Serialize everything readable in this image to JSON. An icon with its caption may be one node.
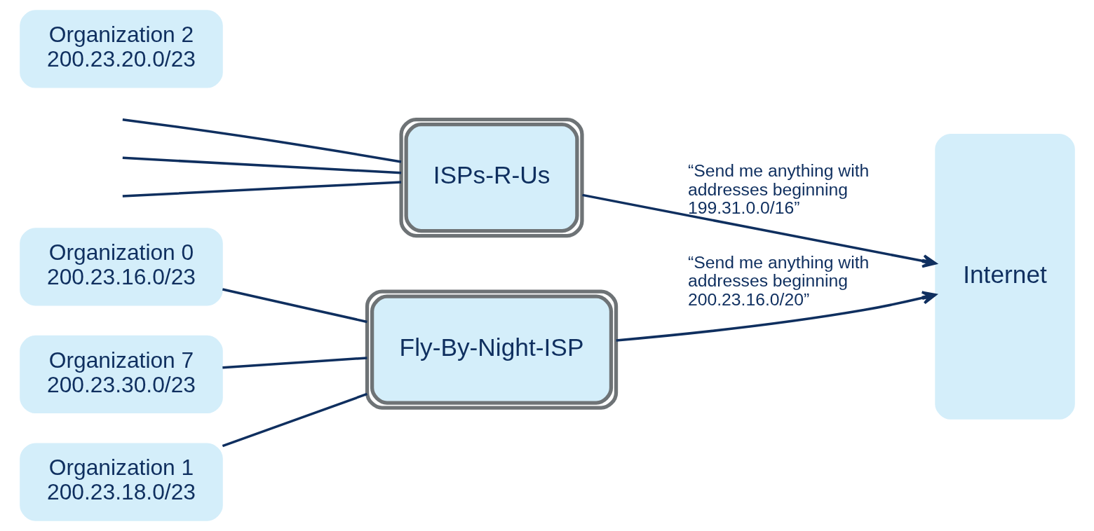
{
  "diagram": {
    "nodes": [
      {
        "text": [
          "Organization 0",
          "200.23.16.0/23"
        ]
      },
      {
        "text": [
          "Organization 1",
          "200.23.18.0/23"
        ]
      },
      {
        "text": [
          "Organization 2",
          "200.23.20.0/23"
        ]
      },
      {
        "text": [
          "Organization 7",
          "200.23.30.0/23"
        ]
      },
      {
        "text": [
          "Fly-By-Night-ISP"
        ]
      },
      {
        "text": [
          "ISPs-R-Us"
        ]
      },
      {
        "text": [
          "Internet"
        ]
      }
    ],
    "edges": [
      {
        "from": 0,
        "to": 4,
        "arrow": "none"
      },
      {
        "from": 1,
        "to": 4,
        "arrow": "none"
      },
      {
        "from": 3,
        "to": 4,
        "arrow": "none"
      },
      {
        "from": 4,
        "to": 6,
        "arrow": "to",
        "label": "“Send me anything with addresses beginning 200.23.16.0/20”"
      },
      {
        "from": 5,
        "to": 6,
        "arrow": "to",
        "label": "“Send me anything with addresses beginning 199.31.0.0/16”"
      },
      {
        "from": null,
        "to": 5,
        "arrow": "none"
      },
      {
        "from": null,
        "to": 5,
        "arrow": "none"
      },
      {
        "from": null,
        "to": 5,
        "arrow": "none"
      }
    ]
  }
}
